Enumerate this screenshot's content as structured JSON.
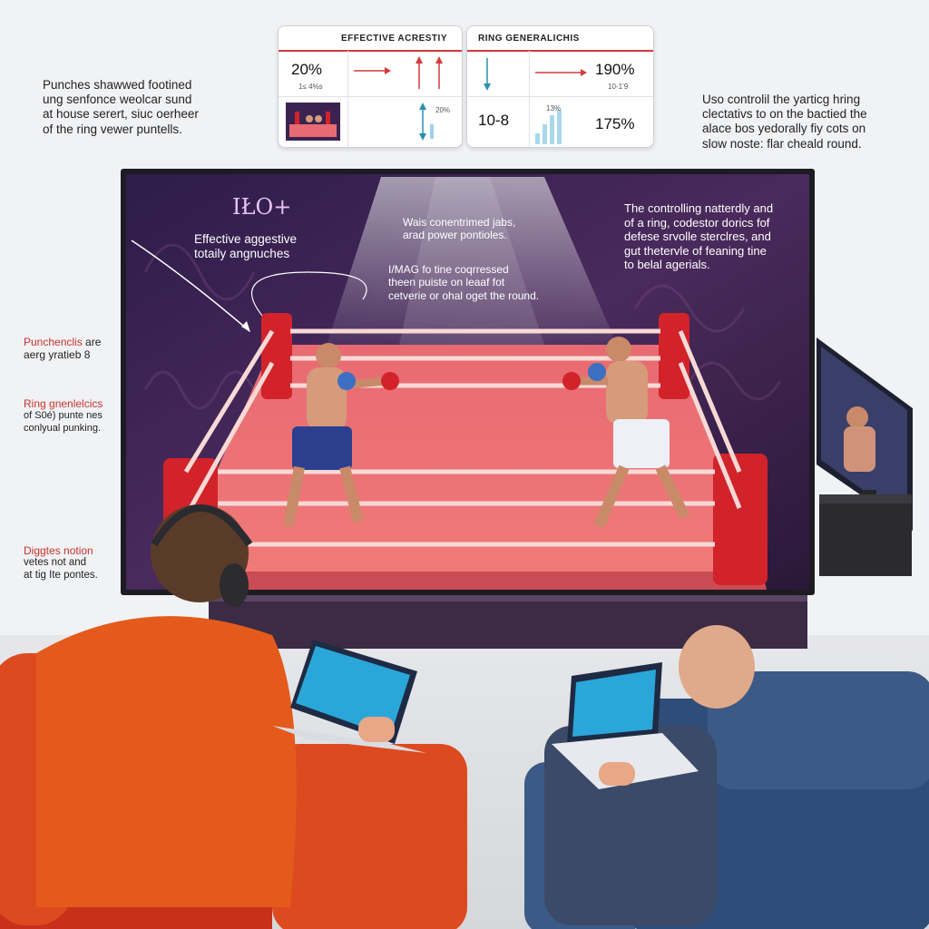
{
  "left_annotation": [
    "Punches shawwed footined",
    "ung senfonce weolcar sund",
    "at house serert, siuc oerheer",
    "of the ring vewer puntells."
  ],
  "right_annotation": [
    "Uso controlil the yarticg hring",
    "clectativs to on the bactied the",
    "alace bos yedorally fiy cots on",
    "slow noste: flar cheald round."
  ],
  "card_left": {
    "title": "EFFECTIVE ACRESTIY",
    "stat": "20%",
    "stat_sub": "1≤ 4%s",
    "stat2_sub": "20%"
  },
  "card_right": {
    "title": "RING GENERALICHIS",
    "stat1": "190%",
    "stat1_sub": "10-1’9",
    "stat2": "10-8",
    "stat2_sub": "13%",
    "stat3": "175%"
  },
  "tv": {
    "logo": "IŁO+",
    "heading": [
      "Effective aggestive",
      "totaily angnuches"
    ],
    "center_top": [
      "Wais conentrimed jabs,",
      "arad power pontioles."
    ],
    "center_bottom": [
      "I/MAG fo tine coqrressed",
      "theen puiste on leaaf fot",
      "cetverie or ohal oget the round."
    ],
    "right": [
      "The controlling natterdly and",
      "of a ring, codestor dorics fof",
      "defese srvolle sterclres, and",
      "gut thetervle of feaning tine",
      "to belal agerials."
    ]
  },
  "side_labels": [
    {
      "title": "Punchenclis",
      "title_rest": " are",
      "body": [
        "aerg yratieb 8"
      ]
    },
    {
      "title": "Ring gnenlelcics",
      "title_rest": "",
      "body": [
        "of S0é) punte nes",
        "conlyual punking."
      ]
    },
    {
      "title": "Diggtes notion",
      "title_rest": "",
      "body": [
        "vetes not and",
        "at tig Ite pontes."
      ]
    }
  ],
  "colors": {
    "accent_red": "#c8332e",
    "tv_bg": "#3a2350",
    "ring_mat": "#ef6e6e",
    "chair_orange": "#e4521e",
    "chair_blue": "#3b5b86"
  }
}
